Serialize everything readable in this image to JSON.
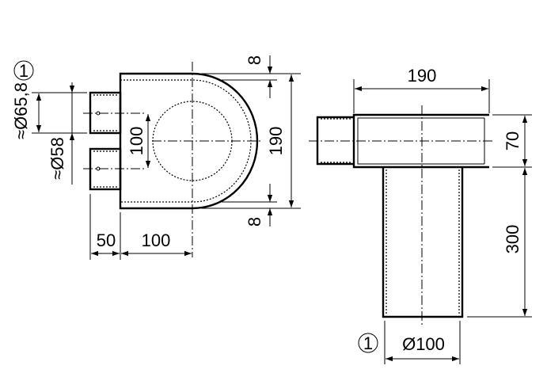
{
  "top_view": {
    "callout": "1",
    "dim_spigot_outer": "≈Ø65,8",
    "dim_spigot_inner": "≈Ø58",
    "dim_spigot_spacing": "100",
    "dim_height": "190",
    "dim_wall_top": "8",
    "dim_wall_bottom": "8",
    "dim_spigot_length": "50",
    "dim_body_depth": "100"
  },
  "side_view": {
    "callout": "1",
    "dim_width": "190",
    "dim_box_height": "70",
    "dim_tube_length": "300",
    "dim_tube_diameter": "Ø100"
  }
}
